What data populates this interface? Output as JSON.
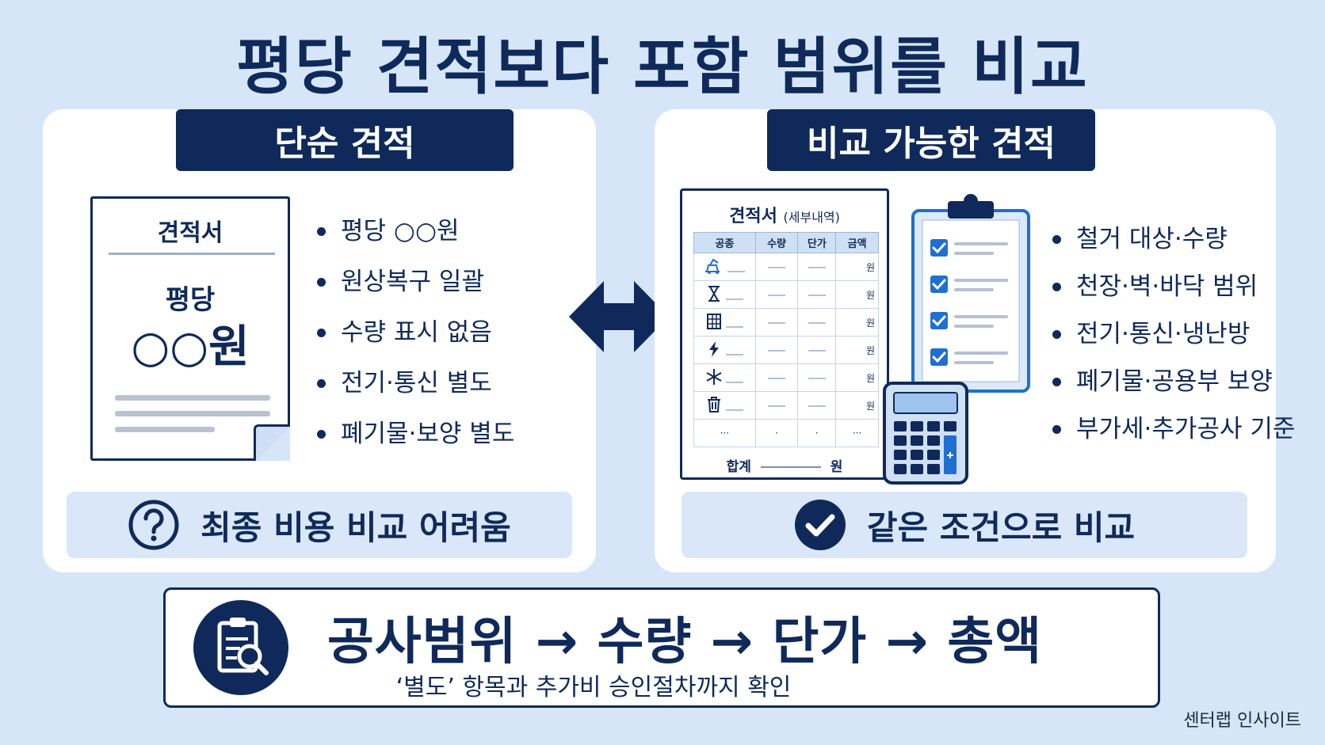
{
  "title": "평당 견적보다 포함 범위를 비교",
  "left_panel": {
    "header": "단순 견적",
    "document": {
      "title": "견적서",
      "subtitle": "평당",
      "price": "○○원"
    },
    "bullets": [
      "평당 ○○원",
      "원상복구 일괄",
      "수량 표시 없음",
      "전기·통신 별도",
      "폐기물·보양 별도"
    ],
    "footer": "최종 비용 비교 어려움",
    "footer_icon": "question-circle-icon"
  },
  "right_panel": {
    "header": "비교 가능한 견적",
    "quote": {
      "title": "견적서",
      "title_note": "(세부내역)",
      "columns": [
        "공종",
        "수량",
        "단가",
        "금액"
      ],
      "row_icons": [
        "demolition-icon",
        "hourglass-icon",
        "building-icon",
        "electric-icon",
        "snowflake-icon",
        "trash-icon"
      ],
      "row_unit": "원",
      "ellipsis": [
        "···",
        "·",
        "·",
        "···"
      ],
      "total_label": "합계",
      "total_unit": "원"
    },
    "bullets": [
      "철거 대상·수량",
      "천장·벽·바닥 범위",
      "전기·통신·냉난방",
      "폐기물·공용부 보양",
      "부가세·추가공사 기준"
    ],
    "footer": "같은 조건으로 비교",
    "footer_icon": "check-circle-icon"
  },
  "summary": {
    "icon": "clipboard-search-icon",
    "main": "공사범위 → 수량 → 단가 → 총액",
    "sub": "‘별도’ 항목과 추가비 승인절차까지 확인"
  },
  "credit": "센터랩 인사이트",
  "colors": {
    "background": "#d6e6f8",
    "navy": "#0f2a5a",
    "accent_blue": "#1f6fd0"
  }
}
